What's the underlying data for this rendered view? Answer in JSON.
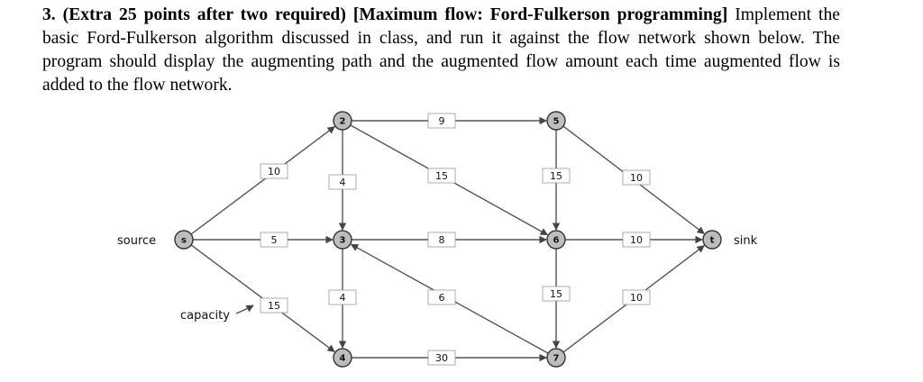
{
  "problem": {
    "heading": "3. (Extra 25 points after two required) [Maximum flow: Ford-Fulkerson programming]",
    "body": "Implement the basic Ford-Fulkerson algorithm discussed in class, and run it against the flow network shown below. The program should display the augmenting path and the augmented flow amount each time augmented flow is added to the flow network."
  },
  "graph": {
    "labels": {
      "source": "source",
      "sink": "sink",
      "capacity": "capacity"
    },
    "nodes": [
      {
        "id": "s",
        "label": "s"
      },
      {
        "id": "2",
        "label": "2"
      },
      {
        "id": "3",
        "label": "3"
      },
      {
        "id": "4",
        "label": "4"
      },
      {
        "id": "5",
        "label": "5"
      },
      {
        "id": "6",
        "label": "6"
      },
      {
        "id": "7",
        "label": "7"
      },
      {
        "id": "t",
        "label": "t"
      }
    ],
    "edges": [
      {
        "from": "s",
        "to": "2",
        "capacity": "10"
      },
      {
        "from": "s",
        "to": "3",
        "capacity": "5"
      },
      {
        "from": "s",
        "to": "4",
        "capacity": "15"
      },
      {
        "from": "2",
        "to": "3",
        "capacity": "4"
      },
      {
        "from": "2",
        "to": "5",
        "capacity": "9"
      },
      {
        "from": "2",
        "to": "6",
        "capacity": "15"
      },
      {
        "from": "3",
        "to": "4",
        "capacity": "4"
      },
      {
        "from": "3",
        "to": "6",
        "capacity": "8"
      },
      {
        "from": "4",
        "to": "7",
        "capacity": "30"
      },
      {
        "from": "5",
        "to": "6",
        "capacity": "15"
      },
      {
        "from": "5",
        "to": "t",
        "capacity": "10"
      },
      {
        "from": "6",
        "to": "t",
        "capacity": "10"
      },
      {
        "from": "6",
        "to": "7",
        "capacity": "15"
      },
      {
        "from": "7",
        "to": "3",
        "capacity": "6"
      },
      {
        "from": "7",
        "to": "t",
        "capacity": "10"
      }
    ]
  }
}
